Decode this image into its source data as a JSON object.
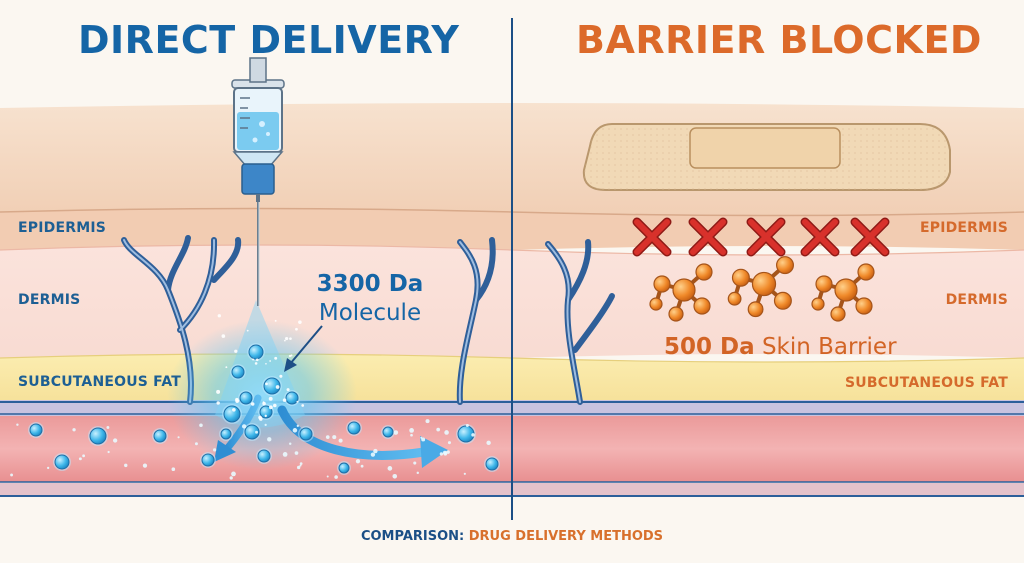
{
  "panels": {
    "left": {
      "title": "DIRECT DELIVERY",
      "molecule_value": "3300 Da",
      "molecule_text": "Molecule",
      "layers": {
        "epidermis": "EPIDERMIS",
        "dermis": "DERMIS",
        "fat": "SUBCUTANEOUS FAT"
      }
    },
    "right": {
      "title": "BARRIER BLOCKED",
      "barrier_value": "500 Da",
      "barrier_text": "Skin Barrier",
      "layers": {
        "epidermis": "EPIDERMIS",
        "dermis": "DERMIS",
        "fat": "SUBCUTANEOUS FAT"
      }
    }
  },
  "footer": {
    "prefix": "COMPARISON:",
    "highlight": "DRUG DELIVERY METHODS"
  },
  "colors": {
    "blue": "#1565a6",
    "orange": "#dc6a2a",
    "cross_red": "#d8312b",
    "molecule_blue": "#3fb7ea",
    "molecule_orange": "#f08a2a"
  },
  "icons": [
    "syringe-icon",
    "bandage-patch-icon",
    "blocked-cross-icon",
    "molecule-icon",
    "flow-arrow-icon"
  ]
}
